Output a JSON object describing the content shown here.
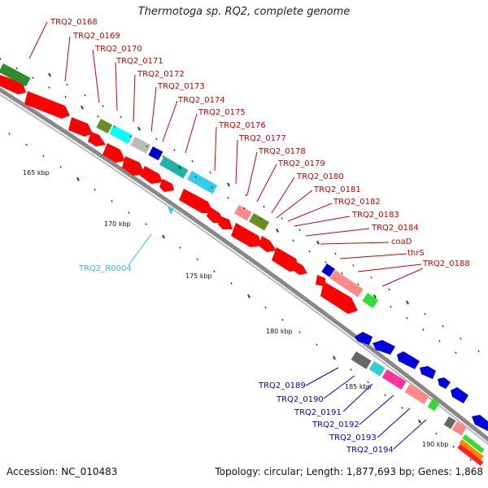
{
  "title": "Thermotoga sp. RQ2, complete genome",
  "accession": "Accession: NC_010483",
  "topology": "Topology: circular; Length: 1,877,693 bp; Genes: 1,868",
  "colors": {
    "cds_red": "#ff0000",
    "rna_cyan": "#33ccee",
    "reverse_blue": "#0000cc",
    "tick_green": "#006600"
  },
  "tick_labels": [
    "165 kbp",
    "170 kbp",
    "175 kbp",
    "180 kbp",
    "185 kbp",
    "190 kbp"
  ],
  "forward_labels": [
    "TRQ2_0168",
    "TRQ2_0169",
    "TRQ2_0170",
    "TRQ2_0171",
    "TRQ2_0172",
    "TRQ2_0173",
    "TRQ2_0174",
    "TRQ2_0175",
    "TRQ2_0176",
    "TRQ2_0177",
    "TRQ2_0178",
    "TRQ2_0179",
    "TRQ2_0180",
    "TRQ2_0181",
    "TRQ2_0182",
    "TRQ2_0183",
    "TRQ2_0184",
    "coaD",
    "thrS",
    "TRQ2_0188"
  ],
  "rna_labels": [
    "TRQ2_R0004"
  ],
  "reverse_labels": [
    "TRQ2_0189",
    "TRQ2_0190",
    "TRQ2_0191",
    "TRQ2_0192",
    "TRQ2_0193",
    "TRQ2_0194"
  ]
}
